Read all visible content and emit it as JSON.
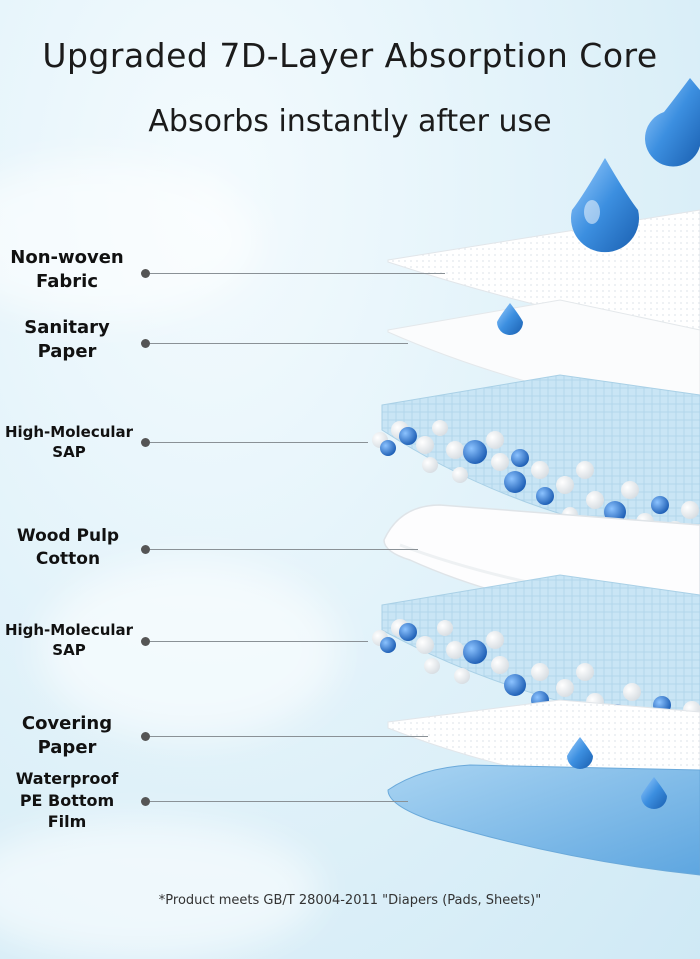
{
  "header": {
    "title": "Upgraded 7D-Layer Absorption Core",
    "subtitle": "Absorbs instantly after use"
  },
  "layers": [
    {
      "lines": [
        "Non-woven",
        "Fabric"
      ]
    },
    {
      "lines": [
        "Sanitary",
        "Paper"
      ]
    },
    {
      "lines": [
        "High-Molecular",
        "SAP"
      ]
    },
    {
      "lines": [
        "Wood Pulp",
        "Cotton"
      ]
    },
    {
      "lines": [
        "High-Molecular",
        "SAP"
      ]
    },
    {
      "lines": [
        "Covering",
        "Paper"
      ]
    },
    {
      "lines": [
        "Waterproof",
        "PE Bottom",
        "Film"
      ]
    }
  ],
  "footnote": "*Product meets GB/T 28004-2011 \"Diapers (Pads, Sheets)\"",
  "colors": {
    "background": "#e3f3fa",
    "droplet": "#2f7fd0",
    "sap_mesh": "#bfe0f2",
    "bottom_film": "#7ab8e6",
    "text": "#111111"
  }
}
